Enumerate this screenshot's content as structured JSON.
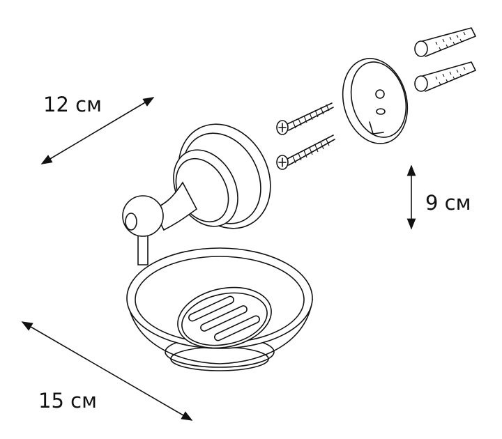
{
  "dimensions": {
    "depth_label": "12 см",
    "height_label": "9 см",
    "width_label": "15 см"
  },
  "colors": {
    "line": "#111111",
    "background": "#ffffff"
  }
}
